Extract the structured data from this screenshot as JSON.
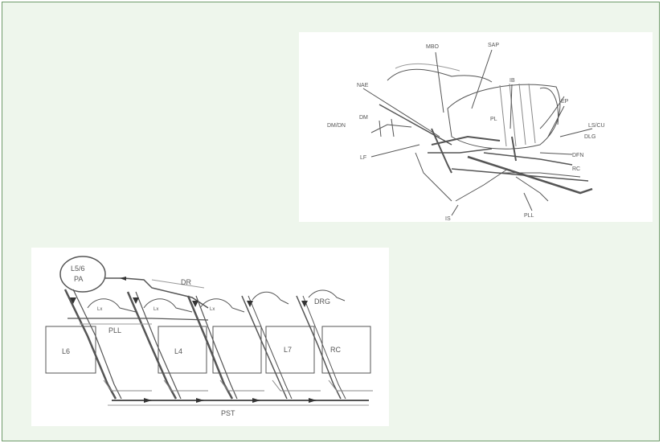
{
  "figure_top": {
    "labels": {
      "mbo": "MBO",
      "sap": "SAP",
      "nae": "NAE",
      "ib": "IB",
      "ep": "EP",
      "dmgn": "DM/DN",
      "dm_left": "DM",
      "pl": "PL",
      "ls_cu": "LS/CU",
      "dlg": "DLG",
      "lf": "LF",
      "dfn": "DFN",
      "rc": "RC",
      "pll": "PLL",
      "is": "IS"
    }
  },
  "figure_bottom": {
    "labels": {
      "ganglion_line1": "L5/6",
      "ganglion_line2": "PA",
      "dr": "DR",
      "drg": "DRG",
      "pll": "PLL",
      "l6": "L6",
      "l4": "L4",
      "l7": "L7",
      "rc": "RC",
      "pst": "PST",
      "mark": "Lx"
    }
  }
}
